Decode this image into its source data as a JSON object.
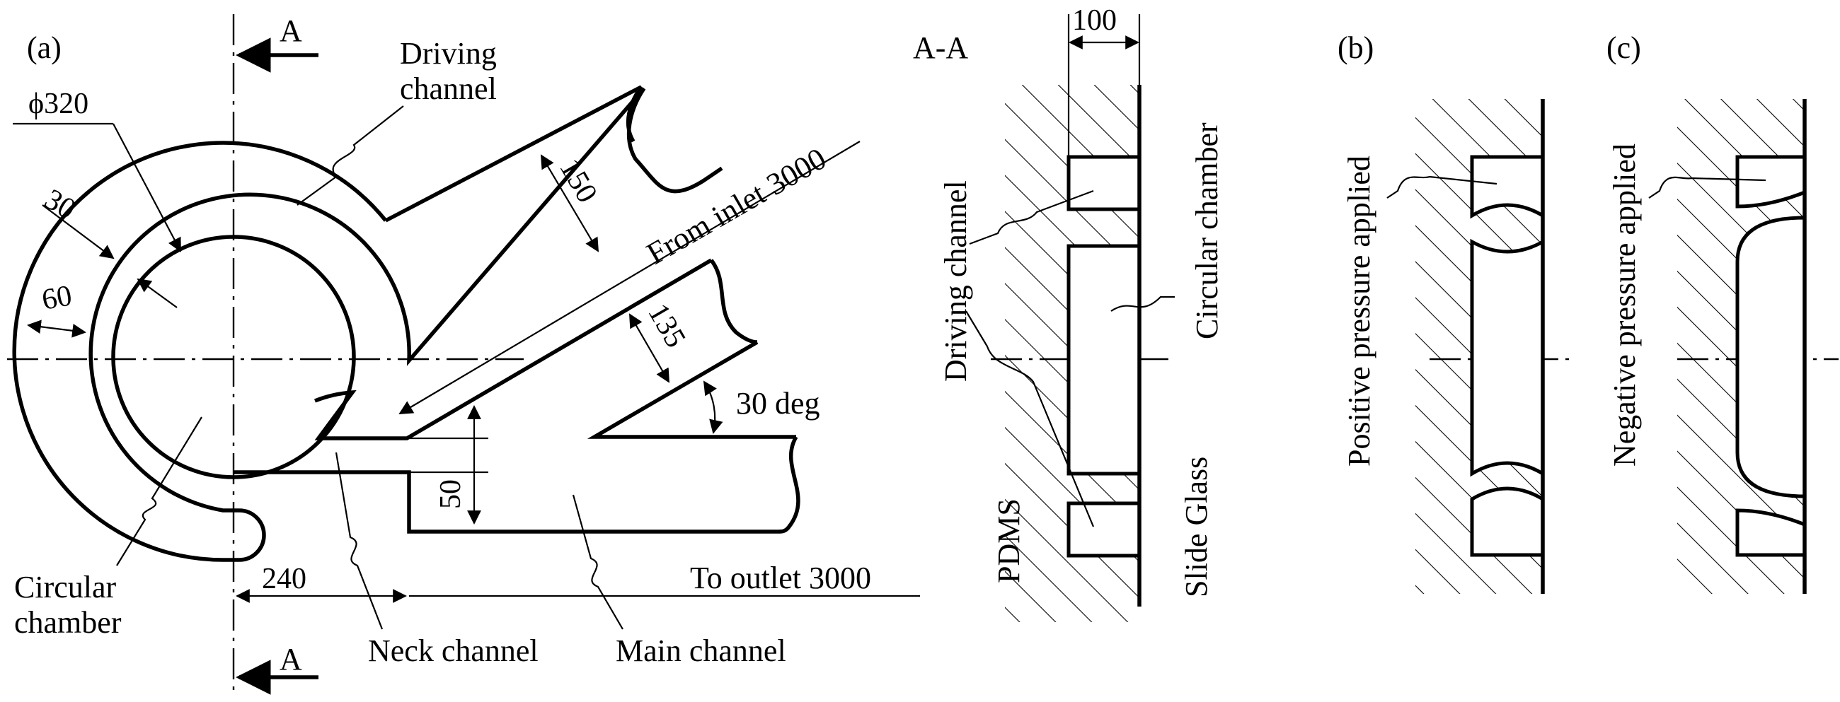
{
  "panel_a": {
    "label": "(a)",
    "section_marker_top": "A",
    "section_marker_bottom": "A",
    "labels": {
      "driving_channel_l1": "Driving",
      "driving_channel_l2": "channel",
      "circular_chamber_l1": "Circular",
      "circular_chamber_l2": "chamber",
      "from_inlet": "From inlet 3000",
      "to_outlet": "To outlet 3000",
      "neck_channel": "Neck channel",
      "main_channel": "Main channel",
      "angle": "30 deg"
    },
    "dimensions": {
      "diameter": "ϕ320",
      "wall": "30",
      "channel_width": "60",
      "driving_width": "150",
      "main_width": "135",
      "neck_width": "50",
      "neck_length": "240"
    }
  },
  "section_aa": {
    "label": "A-A",
    "width_dim": "100",
    "driving_channel": "Driving channel",
    "circular_chamber": "Circular chamber",
    "pdms": "PDMS",
    "slide_glass": "Slide Glass"
  },
  "panel_b": {
    "label": "(b)",
    "caption": "Positive pressure applied"
  },
  "panel_c": {
    "label": "(c)",
    "caption": "Negative pressure applied"
  },
  "colors": {
    "ink": "#000000",
    "background": "#ffffff"
  }
}
